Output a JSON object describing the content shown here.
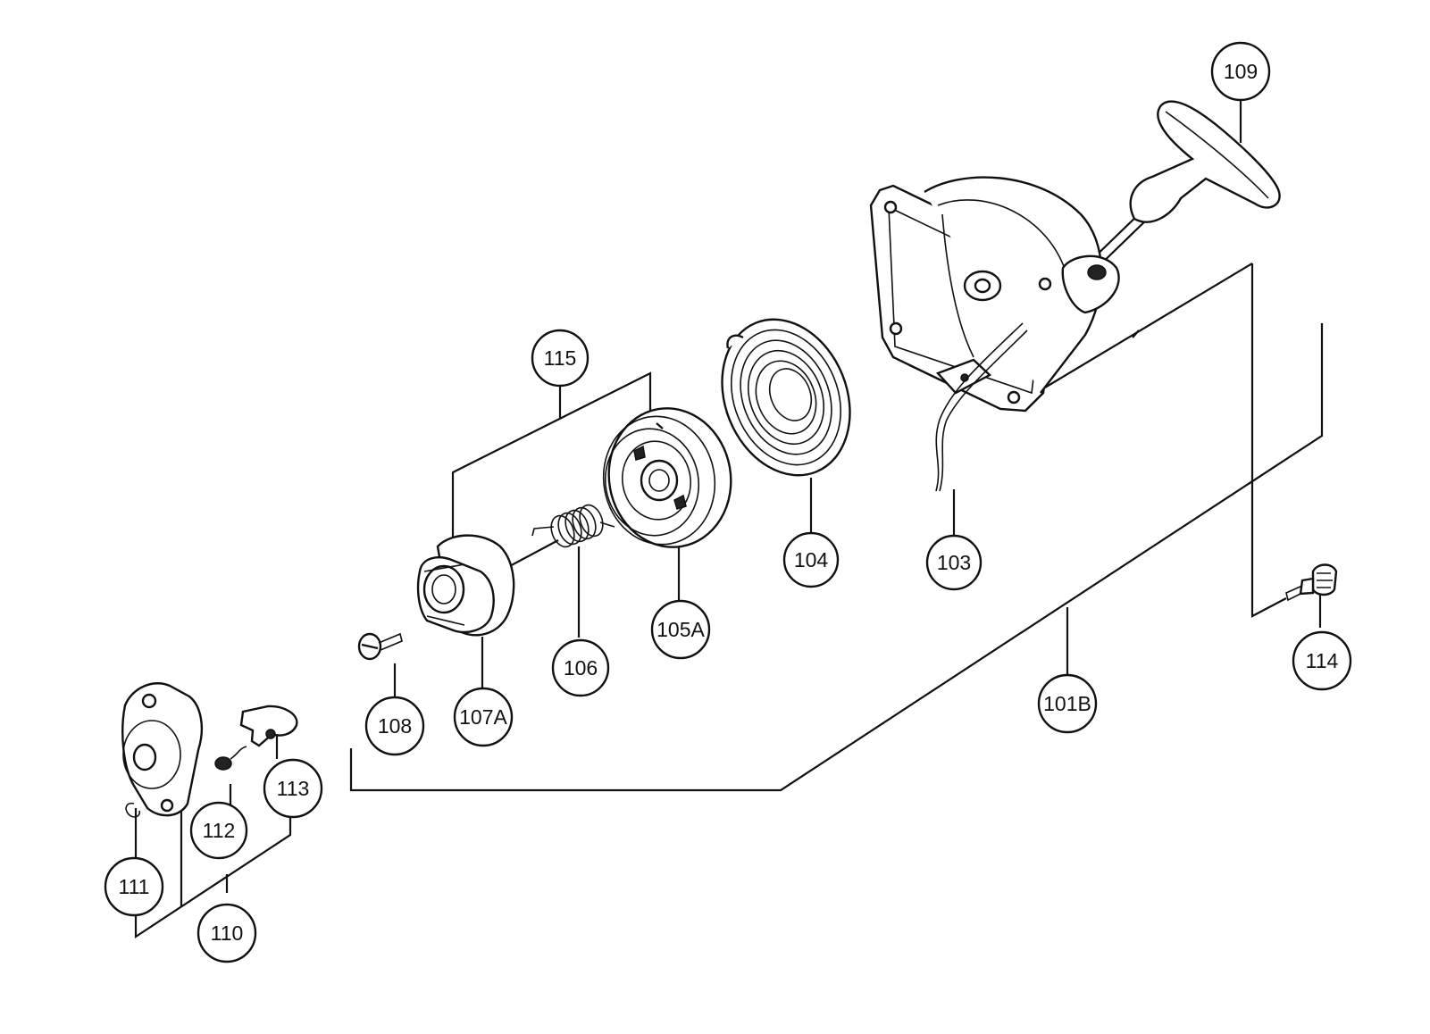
{
  "callouts": [
    {
      "id": "101B",
      "label": "101B"
    },
    {
      "id": "103",
      "label": "103"
    },
    {
      "id": "104",
      "label": "104"
    },
    {
      "id": "105A",
      "label": "105A"
    },
    {
      "id": "106",
      "label": "106"
    },
    {
      "id": "107A",
      "label": "107A"
    },
    {
      "id": "108",
      "label": "108"
    },
    {
      "id": "109",
      "label": "109"
    },
    {
      "id": "110",
      "label": "110"
    },
    {
      "id": "111",
      "label": "111"
    },
    {
      "id": "112",
      "label": "112"
    },
    {
      "id": "113",
      "label": "113"
    },
    {
      "id": "114",
      "label": "114"
    },
    {
      "id": "115",
      "label": "115"
    }
  ]
}
